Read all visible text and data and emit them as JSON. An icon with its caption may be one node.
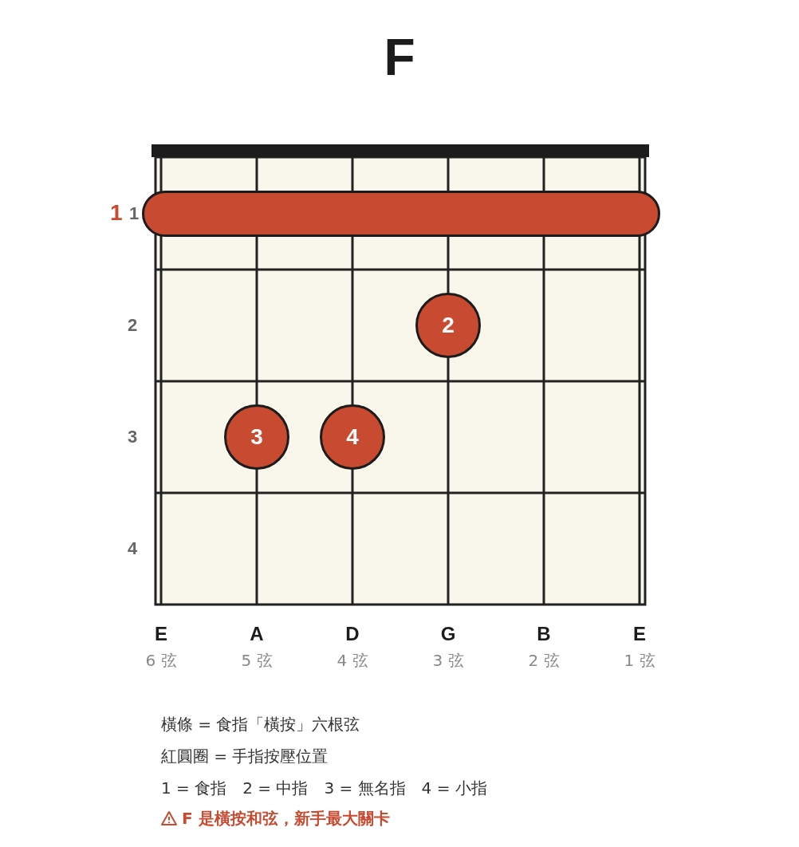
{
  "diagram": {
    "title": "F",
    "nodes": [
      {
        "text": [],
        "shape": "bar"
      },
      {
        "text": [
          "2"
        ]
      },
      {
        "text": [
          "3"
        ]
      },
      {
        "text": [
          "4"
        ]
      }
    ],
    "labels": [
      "1",
      "1",
      "2",
      "3",
      "4",
      "E",
      "A",
      "D",
      "G",
      "B",
      "E",
      "6 弦",
      "5 弦",
      "4 弦",
      "3 弦",
      "2 弦",
      "1 弦",
      "橫條 = 食指「橫按」六根弦",
      "紅圓圈 = 手指按壓位置",
      "1 = 食指　2 = 中指　3 = 無名指　4 = 小指",
      "F 是橫按和弦，新手最大關卡"
    ]
  }
}
